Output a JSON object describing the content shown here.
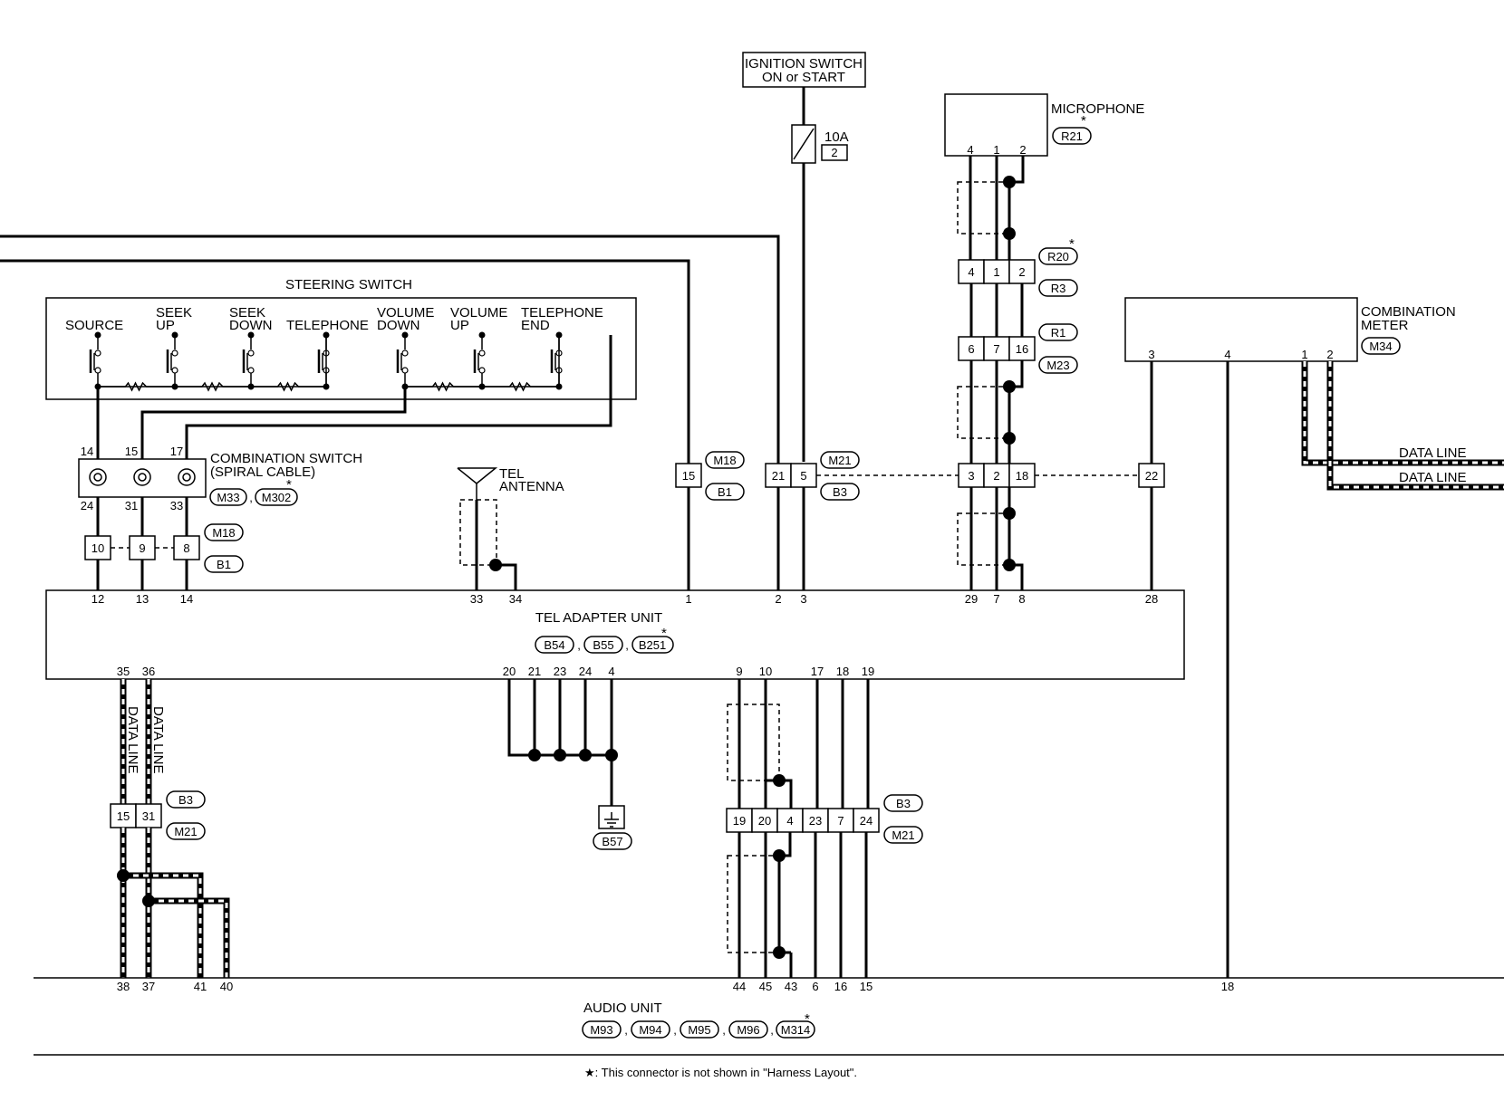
{
  "ignition": {
    "line1": "IGNITION SWITCH",
    "line2": "ON or START"
  },
  "fuse": {
    "rating": "10A",
    "number": "2"
  },
  "microphone": {
    "label": "MICROPHONE",
    "connector": "R21",
    "pins": [
      "4",
      "1",
      "2"
    ]
  },
  "steering_switch": {
    "title": "STEERING SWITCH",
    "switches": [
      {
        "l1": "SOURCE",
        "l2": ""
      },
      {
        "l1": "SEEK",
        "l2": "UP"
      },
      {
        "l1": "SEEK",
        "l2": "DOWN"
      },
      {
        "l1": "TELEPHONE",
        "l2": ""
      },
      {
        "l1": "VOLUME",
        "l2": "DOWN"
      },
      {
        "l1": "VOLUME",
        "l2": "UP"
      },
      {
        "l1": "TELEPHONE",
        "l2": "END"
      }
    ]
  },
  "combination_switch": {
    "line1": "COMBINATION SWITCH",
    "line2": "(SPIRAL CABLE)",
    "connectors": [
      "M33",
      "M302"
    ],
    "top_pins": [
      "14",
      "15",
      "17"
    ],
    "bottom_pins": [
      "24",
      "31",
      "33"
    ]
  },
  "tel_antenna": {
    "line1": "TEL",
    "line2": "ANTENNA"
  },
  "combination_meter": {
    "line1": "COMBINATION",
    "line2": "METER",
    "connector": "M34",
    "pins": [
      "3",
      "4",
      "1",
      "2"
    ]
  },
  "data_line": "DATA LINE",
  "tel_adapter": {
    "label": "TEL ADAPTER UNIT",
    "connectors": [
      "B54",
      "B55",
      "B251"
    ],
    "top_pins": [
      "12",
      "13",
      "14",
      "33",
      "34",
      "1",
      "2",
      "3",
      "29",
      "7",
      "8",
      "28"
    ],
    "bottom_pins": [
      "35",
      "36",
      "20",
      "21",
      "23",
      "24",
      "4",
      "9",
      "10",
      "17",
      "18",
      "19"
    ]
  },
  "joints": {
    "b1_left": {
      "pins": [
        "10",
        "9",
        "8"
      ],
      "connectors": [
        "M18",
        "B1"
      ]
    },
    "b1_mid": {
      "pin": "15",
      "connectors": [
        "M18",
        "B1"
      ]
    },
    "m21_top": {
      "pins": [
        "21",
        "5"
      ],
      "connectors": [
        "M21",
        "B3"
      ]
    },
    "mic_row1": {
      "pins": [
        "4",
        "1",
        "2"
      ],
      "connectors": [
        "R20",
        "R3"
      ]
    },
    "mic_row2": {
      "pins": [
        "6",
        "7",
        "16"
      ],
      "connectors": [
        "R1",
        "M23"
      ]
    },
    "mic_row3": {
      "pins": [
        "3",
        "2",
        "18"
      ]
    },
    "meter_joint": {
      "pin": "22"
    },
    "data_joint": {
      "pins": [
        "15",
        "31"
      ],
      "connectors": [
        "B3",
        "M21"
      ]
    },
    "audio_joint": {
      "pins": [
        "19",
        "20",
        "4",
        "23",
        "7",
        "24"
      ],
      "connectors": [
        "B3",
        "M21"
      ]
    }
  },
  "ground": "B57",
  "audio_unit": {
    "label": "AUDIO UNIT",
    "connectors": [
      "M93",
      "M94",
      "M95",
      "M96",
      "M314"
    ],
    "pins": [
      "38",
      "37",
      "41",
      "40",
      "44",
      "45",
      "43",
      "6",
      "16",
      "15",
      "18"
    ]
  },
  "asterisk": "*",
  "footnote": "★: This connector is not shown in \"Harness Layout\"."
}
